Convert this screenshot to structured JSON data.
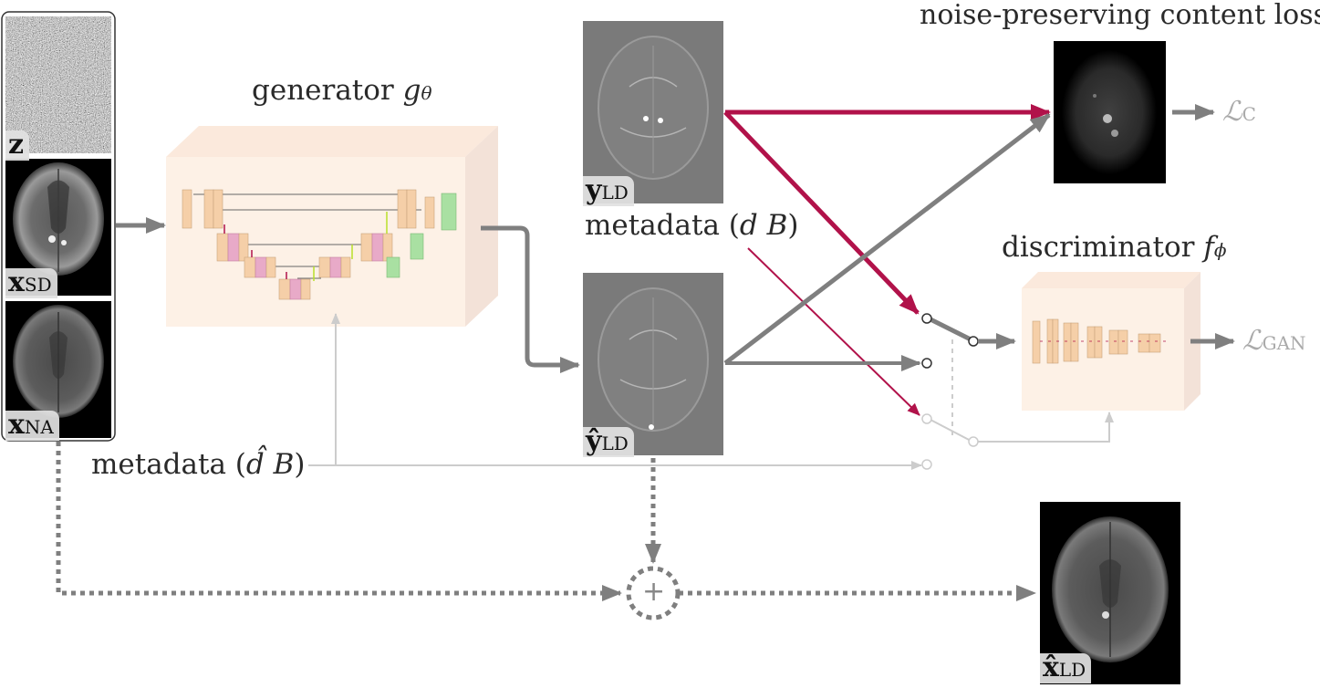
{
  "inputs": {
    "z": "z",
    "x_sd": {
      "sym": "x",
      "sub": "SD"
    },
    "x_na": {
      "sym": "x",
      "sub": "NA"
    }
  },
  "generator": {
    "label": "generator",
    "sym": "g",
    "sub": "θ"
  },
  "y_ld": {
    "sym": "y",
    "sub": "LD"
  },
  "y_hat_ld": {
    "sym": "ŷ",
    "sub": "LD"
  },
  "x_hat_ld": {
    "sym": "x̂",
    "sub": "LD"
  },
  "metadata_true": {
    "prefix": "metadata (",
    "d": "d",
    "b": "B",
    "suffix": ")"
  },
  "metadata_gen": {
    "prefix": "metadata (",
    "d": "d̂",
    "b": "B",
    "suffix": ")"
  },
  "content_loss": {
    "title": "noise-preserving content loss",
    "sym": "ℒ",
    "sub": "C"
  },
  "discriminator": {
    "label": "discriminator",
    "sym": "f",
    "sub": "ϕ"
  },
  "gan_loss": {
    "sym": "ℒ",
    "sub": "GAN"
  },
  "sum_node": "+",
  "colors": {
    "arrow_gray": "#7f7f7f",
    "arrow_red": "#b1124a",
    "light_gray": "#cccccc",
    "box_fill": "#fdf1e6",
    "block_orange": "#f5cfa8",
    "block_pink": "#e8aac8",
    "block_green": "#a9e0a2"
  }
}
